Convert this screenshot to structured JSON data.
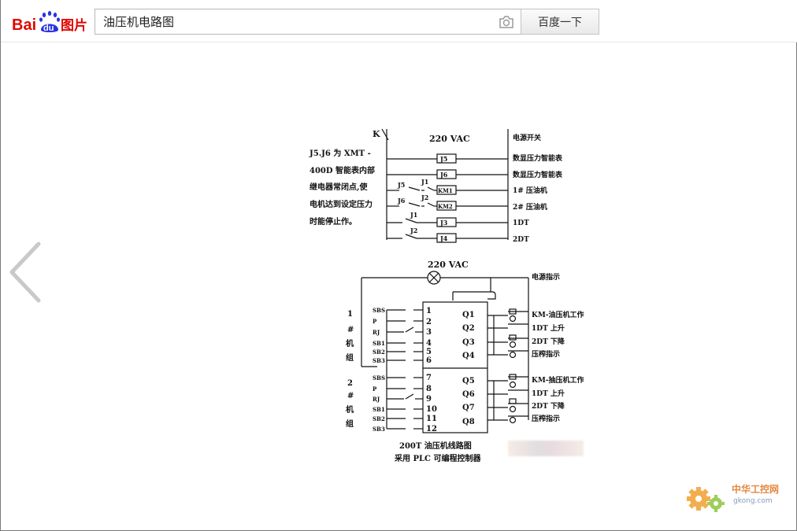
{
  "header": {
    "logo_text_bai": "Bai",
    "logo_text_du": "du",
    "logo_text_tupian": "图片",
    "search_value": "油压机电路图",
    "search_button": "百度一下"
  },
  "diagram": {
    "top": {
      "switch_label": "K",
      "voltage": "220 VAC",
      "note_lines": [
        "J5.J6 为 XMT -",
        "400D 智能表内部",
        "继电器常闭点,使",
        "电机达到设定压力",
        "时能停止作。"
      ],
      "rungs": [
        {
          "contacts": [],
          "coil": "J5",
          "right": "数显压力智能表"
        },
        {
          "contacts": [],
          "coil": "J6",
          "right": "数显压力智能表"
        },
        {
          "contacts": [
            "J5",
            "J1"
          ],
          "coil": "KM1",
          "right": "1# 压油机"
        },
        {
          "contacts": [
            "J6",
            "J2"
          ],
          "coil": "KM2",
          "right": "2# 压油机"
        },
        {
          "contacts": [
            "J1"
          ],
          "coil": "J3",
          "right": "1DT"
        },
        {
          "contacts": [
            "J2"
          ],
          "coil": "J4",
          "right": "2DT"
        }
      ],
      "top_right": "电源开关"
    },
    "bottom": {
      "voltage": "220 VAC",
      "power_label": "电源指示",
      "group1_label": [
        "1",
        "#",
        "机",
        "组"
      ],
      "group2_label": [
        "2",
        "#",
        "机",
        "组"
      ],
      "inputs1": [
        {
          "name": "SBS",
          "pin": "1"
        },
        {
          "name": "P",
          "pin": "2"
        },
        {
          "name": "RJ",
          "pin": "3"
        },
        {
          "name": "SB1",
          "pin": "4"
        },
        {
          "name": "SB2",
          "pin": "5"
        },
        {
          "name": "SB3",
          "pin": "6"
        }
      ],
      "inputs2": [
        {
          "name": "SBS",
          "pin": "7"
        },
        {
          "name": "P",
          "pin": "8"
        },
        {
          "name": "RJ",
          "pin": "9"
        },
        {
          "name": "SB1",
          "pin": "10"
        },
        {
          "name": "SB2",
          "pin": "11"
        },
        {
          "name": "SB3",
          "pin": "12"
        }
      ],
      "outputs1": [
        {
          "q": "Q1",
          "label": "KM-油压机工作"
        },
        {
          "q": "Q2",
          "label": "1DT 上升"
        },
        {
          "q": "Q3",
          "label": "2DT 下降"
        },
        {
          "q": "Q4",
          "label": "压榨指示"
        }
      ],
      "outputs2": [
        {
          "q": "Q5",
          "label": "KM-抽压机工作"
        },
        {
          "q": "Q6",
          "label": "1DT 上升"
        },
        {
          "q": "Q7",
          "label": "2DT 下降"
        },
        {
          "q": "Q8",
          "label": "压榨指示"
        }
      ],
      "caption1": "200T 油压机线路图",
      "caption2": "采用 PLC 可编程控制器"
    }
  },
  "watermark": {
    "cn": "中华工控网",
    "en": "gkong.com"
  }
}
